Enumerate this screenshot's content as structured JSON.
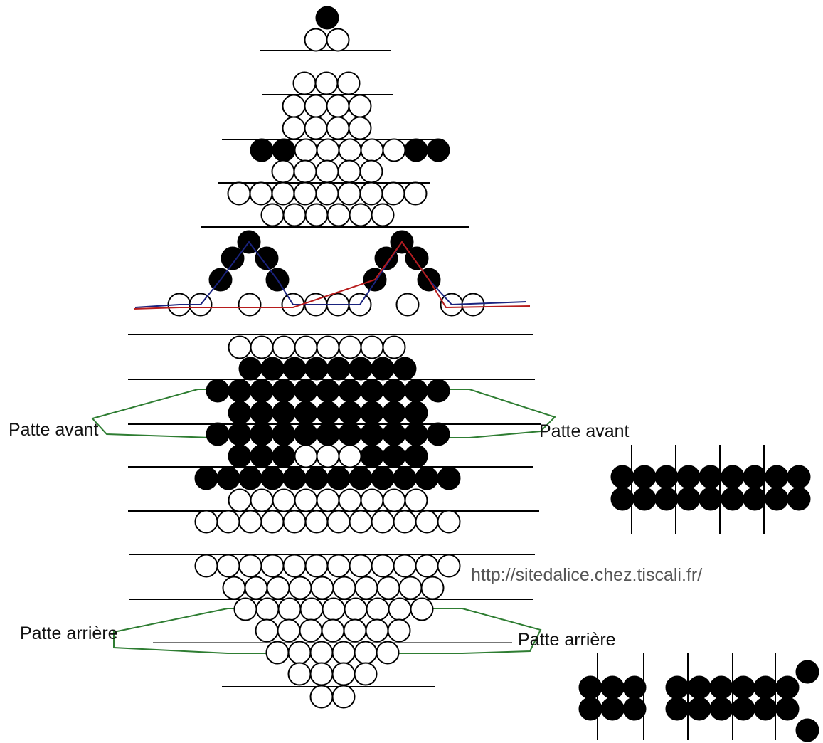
{
  "labels": {
    "front_leg_left": "Patte avant",
    "front_leg_right": "Patte avant",
    "back_leg_left": "Patte arrière",
    "back_leg_right": "Patte arrière",
    "url": "http://sitedalice.chez.tiscali.fr/"
  },
  "colors": {
    "bead_black": "#000000",
    "bead_white": "#ffffff",
    "thread": "#000000",
    "thread_gray": "#777777",
    "ear_left_path": "#1a237e",
    "ear_right_path": "#b71c1c",
    "leg_outline": "#2e7d32"
  },
  "bead_colors": {
    "B": "black",
    "W": "white",
    "b": "black bead on the blue ear path",
    "r": "black bead on the red ear path"
  }
}
